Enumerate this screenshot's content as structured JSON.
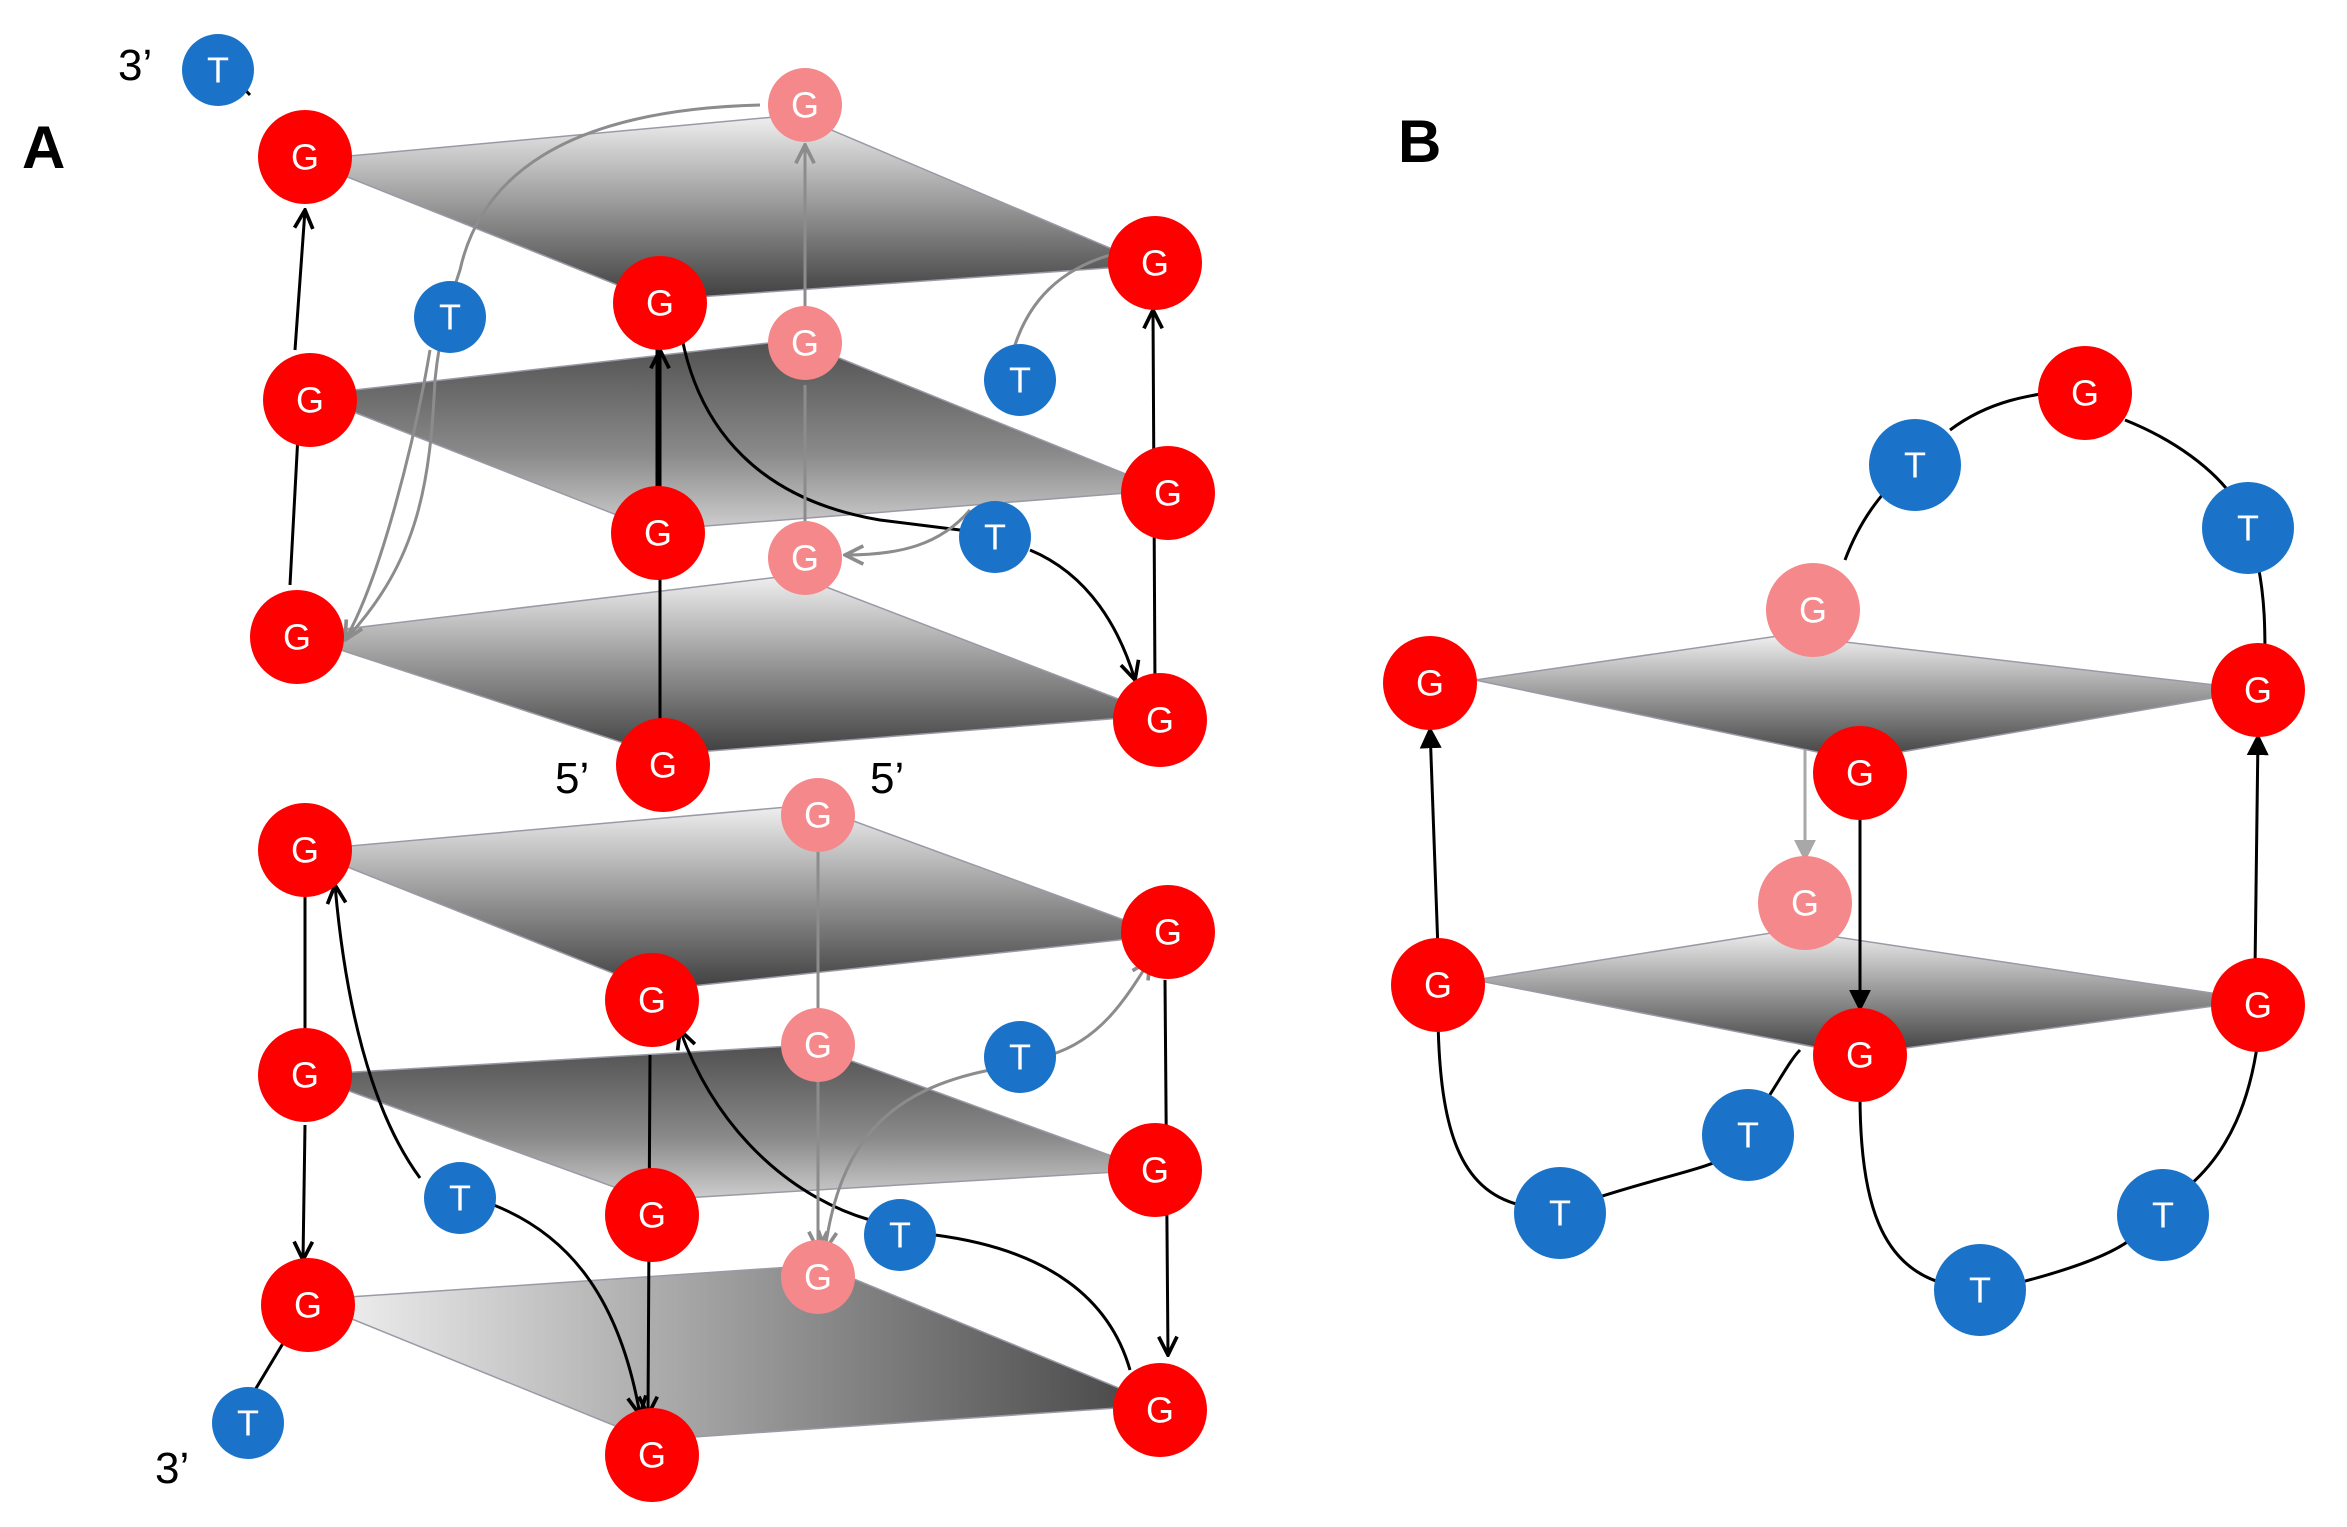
{
  "panels": {
    "a": {
      "label": "A"
    },
    "b": {
      "label": "B"
    }
  },
  "end_labels": {
    "a_top_three_prime": "3’",
    "a_mid_five_prime_left": "5’",
    "a_mid_five_prime_right": "5’",
    "a_bottom_three_prime": "3’"
  },
  "bases": {
    "guanine": "G",
    "thymine": "T"
  },
  "colors": {
    "guanine": "#ff0000",
    "guanine_faded": "#f4888a",
    "thymine": "#1a73c8",
    "backbone": "#000000",
    "backbone_faded": "#8c8c8c"
  }
}
